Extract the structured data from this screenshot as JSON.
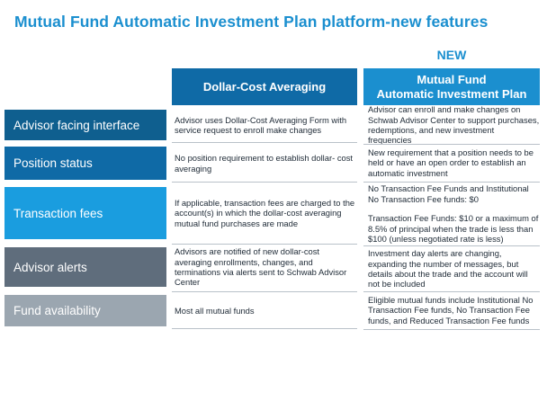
{
  "title": "Mutual Fund Automatic Investment Plan platform-new features",
  "new_label": "NEW",
  "columns": {
    "dca": "Dollar-Cost Averaging",
    "aip_line1": "Mutual Fund",
    "aip_line2": "Automatic Investment Plan"
  },
  "colors": {
    "title": "#1b8fcf",
    "header_dca": "#0f6aa6",
    "header_aip": "#1b8fcf"
  },
  "rows": [
    {
      "label": "Advisor facing interface",
      "color": "#0f5f8f",
      "dca": "Advisor uses Dollar-Cost Averaging Form with service request to enroll make changes",
      "aip": [
        "Advisor can enroll and make changes on Schwab Advisor Center to support purchases, redemptions, and new investment frequencies"
      ]
    },
    {
      "label": "Position status",
      "color": "#0f6aa6",
      "dca": "No position requirement to establish dollar- cost averaging",
      "aip": [
        "New requirement that a position needs to be held or have an open order to establish an automatic investment"
      ]
    },
    {
      "label": "Transaction fees",
      "color": "#1a9ddf",
      "dca": "If applicable, transaction fees are charged to the account(s) in which the dollar-cost averaging mutual fund purchases are made",
      "aip": [
        "No Transaction Fee Funds and Institutional No Transaction Fee funds: $0",
        "Transaction Fee Funds: $10 or a maximum of 8.5% of principal when the trade is less than $100 (unless negotiated rate is less)"
      ]
    },
    {
      "label": "Advisor alerts",
      "color": "#5f6d7c",
      "dca": "Advisors are notified of new dollar-cost averaging enrollments, changes, and terminations via alerts sent to Schwab Advisor Center",
      "aip": [
        "Investment day alerts are changing, expanding the number of messages, but details about the trade and the account will not be included"
      ]
    },
    {
      "label": "Fund availability",
      "color": "#9ba6b0",
      "dca": "Most all mutual funds",
      "aip": [
        "Eligible mutual funds include Institutional No Transaction Fee funds, No Transaction Fee funds, and Reduced Transaction Fee funds"
      ]
    }
  ]
}
